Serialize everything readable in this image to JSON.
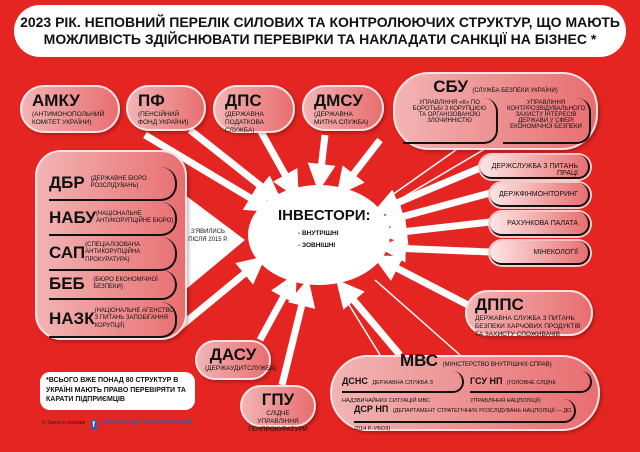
{
  "title": {
    "line1": "2023 РІК. НЕПОВНИЙ ПЕРЕЛІК СИЛОВИХ ТА КОНТРОЛЮЮЧИХ СТРУКТУР, ЩО МАЮТЬ",
    "line2": "МОЖЛИВІСТЬ ЗДІЙСНЮВАТИ ПЕРЕВІРКИ ТА НАКЛАДАТИ САНКЦІЇ НА БІЗНЕС *"
  },
  "center": {
    "title": "ІНВЕСТОРИ:",
    "items": [
      "- ВНУТРІШНІ",
      "- ЗОВНІШНІ"
    ]
  },
  "top": [
    {
      "abbr": "АМКУ",
      "full": "(антимонопольний комітет України)"
    },
    {
      "abbr": "ПФ",
      "full": "(пенсійний фонд України)"
    },
    {
      "abbr": "ДПС",
      "full": "(державна податкова служба)"
    },
    {
      "abbr": "ДМСУ",
      "full": "(державна митна служба)"
    }
  ],
  "sbu": {
    "abbr": "СБУ",
    "full": "(СЛУЖБА БЕЗПЕКИ УКРАЇНИ)",
    "units": [
      "УПРАВЛІННЯ «К» ПО БОРОТЬБІ З КОРУПЦІЄЮ ТА ОРГАНІЗОВАНОЮ ЗЛОЧИННІСТЮ",
      "УПРАВЛІННЯ КОНТРРОЗВІДУВАЛЬНОГО ЗАХИСТУ ІНТЕРЕСІВ ДЕРЖАВИ У СФЕРІ ЕКОНОМІЧНОЇ БЕЗПЕКИ"
    ]
  },
  "new_group": {
    "note": "З'ЯВИЛИСЬ ПІСЛЯ 2015 Р.",
    "items": [
      {
        "abbr": "ДБР",
        "full": "(державне бюро розслідувань)"
      },
      {
        "abbr": "НАБУ",
        "full": "(національне антикорупційне бюро)"
      },
      {
        "abbr": "САП",
        "full": "(спеціалізована антикорупційна прокуратура)"
      },
      {
        "abbr": "БЕБ",
        "full": "(бюро економічної безпеки)"
      },
      {
        "abbr": "НАЗК",
        "full": "(національне агенство з питань запобігання корупції)"
      }
    ]
  },
  "right": [
    "ДЕРЖСЛУЖБА З ПИТАНЬ ПРАЦІ",
    "ДЕРЖФІНМОНІТОРИНГ",
    "РАХУНКОВА ПАЛАТА",
    "МІНЕКОЛОГІЇ"
  ],
  "dpps": {
    "abbr": "ДППС",
    "full": "ДЕРЖАВНА СЛУЖБА З ПИТАНЬ БЕЗПЕКИ ХАРЧОВИХ ПРОДУКТІВ ТА ЗАХИСТУ СПОЖИВАЧІВ"
  },
  "dasu": {
    "abbr": "ДАСУ",
    "full": "(ДЕРЖАУДИТСЛУЖБА)"
  },
  "gpu": {
    "abbr": "ГПУ",
    "full": "СЛІДЧЕ УПРАВЛІННЯ ГЕНПРОКУРАТУРИ"
  },
  "mvs": {
    "abbr": "МВС",
    "full": "(МІНІСТЕРСТВО ВНУТРІШНІХ СПРАВ)",
    "units": [
      {
        "abbr": "ДСНС",
        "full": "ДЕРЖАВНА СЛУЖБА З НАДЗВИЧАЙНИХ СИТУАЦІЙ МВС"
      },
      {
        "abbr": "ГСУ НП",
        "full": "(ГОЛОВНЕ СЛІДЧЕ УПРАВЛІННЯ НАЦПОЛІЦІЇ)"
      },
      {
        "abbr": "ДСР НП",
        "full": "(ДЕПАРТАМЕНТ СТРАТЕГІЧНИХ РОЗСЛІДУВАНЬ НАЦПОЛІЦІЇ — ДО 2014 Р.-УБОЗ)"
      }
    ]
  },
  "footnote": "*ВСЬОГО ВЖЕ ПОНАД 80 СТРУКТУР В УКРАЇНІ МАЮТЬ ПРАВО ПЕРЕВІРЯТИ ТА КАРАТИ ПІДПРИЄМЦІВ",
  "credits": {
    "copyright": "©",
    "source": "Закон и спорови",
    "author": "ОЛЕКСАНДР СОКОЛОВСЬКИЙ"
  }
}
